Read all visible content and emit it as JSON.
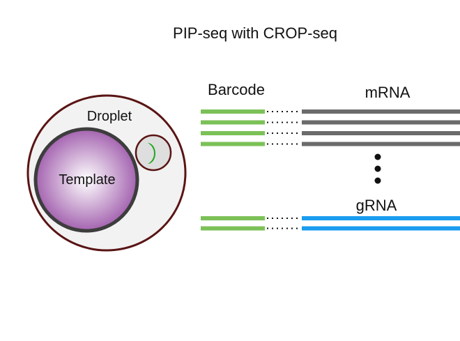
{
  "title": "PIP-seq with CROP-seq",
  "droplet": {
    "label": "Droplet",
    "template_label": "Template"
  },
  "labels": {
    "barcode": "Barcode",
    "mrna": "mRNA",
    "grna": "gRNA"
  },
  "counts": {
    "mrna_rows": 4,
    "grna_rows": 2
  },
  "colors": {
    "barcode": "#7cc157",
    "mrna": "#6b6b6b",
    "grna": "#1a9cf0",
    "droplet_border": "#5a1414",
    "droplet_fill": "#f2f2f2",
    "template_center": "#ffffff",
    "template_edge": "#9b54a8",
    "template_border": "#3d3d3d",
    "bead": "#1fa81f",
    "dots": "#111111"
  }
}
